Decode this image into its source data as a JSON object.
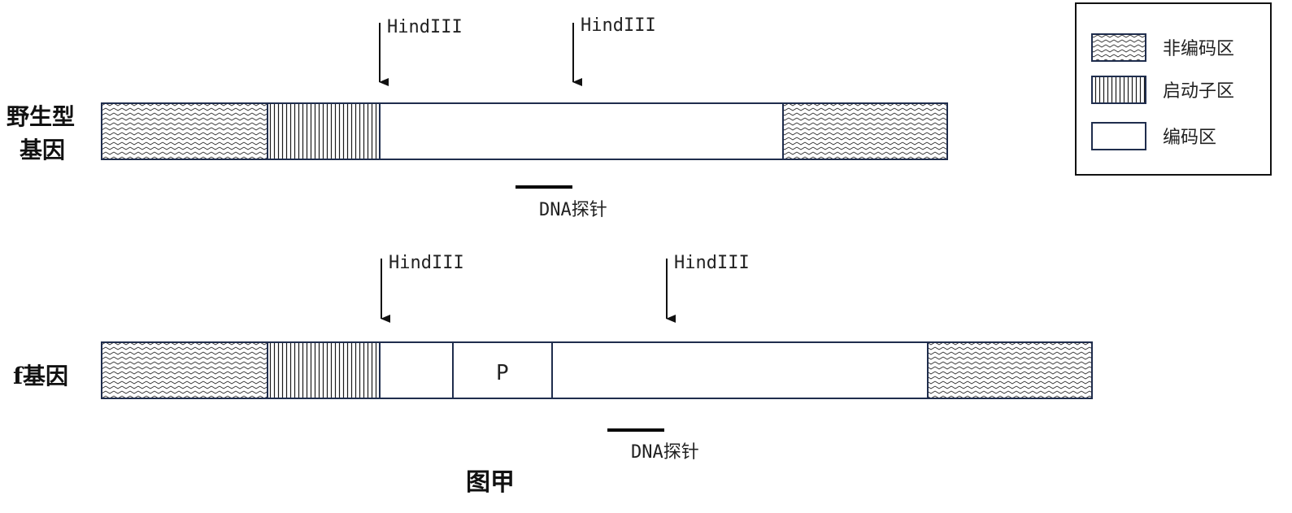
{
  "caption": "图甲",
  "colors": {
    "stroke": "#1f2d4d",
    "arrow": "#111111",
    "probe": "#000000"
  },
  "legend": [
    {
      "kind": "noncoding",
      "label": "非编码区"
    },
    {
      "kind": "promoter",
      "label": "启动子区"
    },
    {
      "kind": "coding",
      "label": "编码区"
    }
  ],
  "wild_type": {
    "label_line1": "野生型",
    "label_line2": "基因",
    "site1": "HindIII",
    "site2": "HindIII",
    "probe": "DNA探针"
  },
  "f_gene": {
    "label": "f基因",
    "site1": "HindIII",
    "site2": "HindIII",
    "insert": "P",
    "probe": "DNA探针"
  }
}
